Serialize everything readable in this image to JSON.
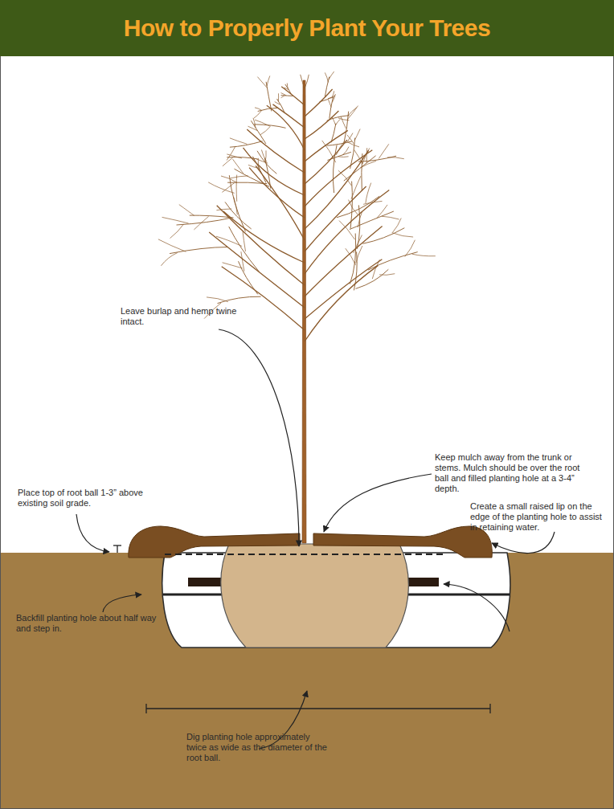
{
  "diagram": {
    "title": "How to Properly Plant Your Trees",
    "labels": [
      "Leave burlap and hemp twine intact.",
      "Keep mulch away from the trunk or stems. Mulch should be over the root ball and filled planting hole at a 3-4” depth.",
      "Place top of root ball 1-3” above existing soil grade.",
      "Create a small raised lip on the edge of the planting hole to assist in retaining water.",
      "Backfill planting hole about half way and step in.",
      "Dig planting hole approximately twice as wide as the diameter of the root ball."
    ]
  }
}
